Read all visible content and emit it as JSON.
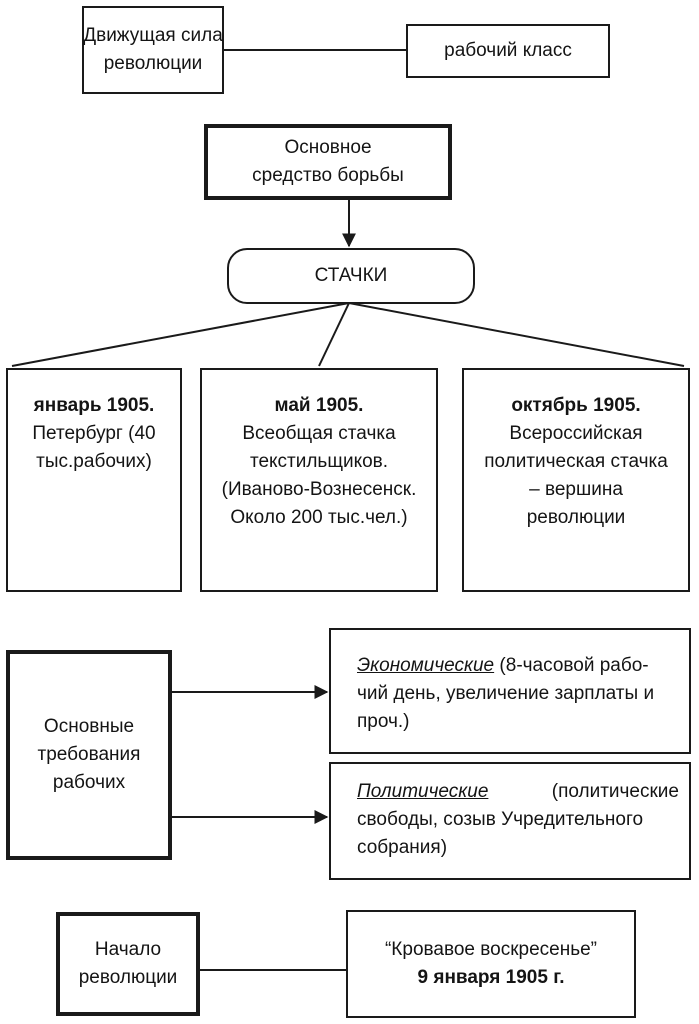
{
  "driving_force": {
    "label_lines": [
      "Движущая сила",
      "революции"
    ],
    "value": "рабочий класс"
  },
  "main_means": {
    "label_lines": [
      "Основное",
      "средство борьбы"
    ],
    "strikes": "СТАЧКИ"
  },
  "strikes": [
    {
      "date": "январь 1905.",
      "lines": [
        "Петербург (40",
        "тыс.рабочих)"
      ]
    },
    {
      "date": "май 1905.",
      "lines": [
        "Всеобщая стачка",
        "текстильщиков.",
        "(Иваново-Вознесенск.",
        "Около 200 тыс.чел.)"
      ]
    },
    {
      "date": "октябрь 1905.",
      "lines": [
        "Всероссийская",
        "политическая стачка",
        "– вершина",
        "революции"
      ]
    }
  ],
  "demands": {
    "label_lines": [
      "Основные",
      "требования",
      "рабочих"
    ],
    "economic": {
      "title": "Экономические",
      "line1_rest": " (8-часовой рабо-",
      "line2": "чий день, увеличение зарплаты и",
      "line3": "проч.)"
    },
    "political": {
      "title": "Политические",
      "line1_rest": "(политические",
      "line2": "свободы, созыв Учредительного",
      "line3": "собрания)"
    }
  },
  "beginning": {
    "label_lines": [
      "Начало",
      "революции"
    ],
    "event": "“Кровавое воскресенье”",
    "date": "9 января 1905 г."
  }
}
